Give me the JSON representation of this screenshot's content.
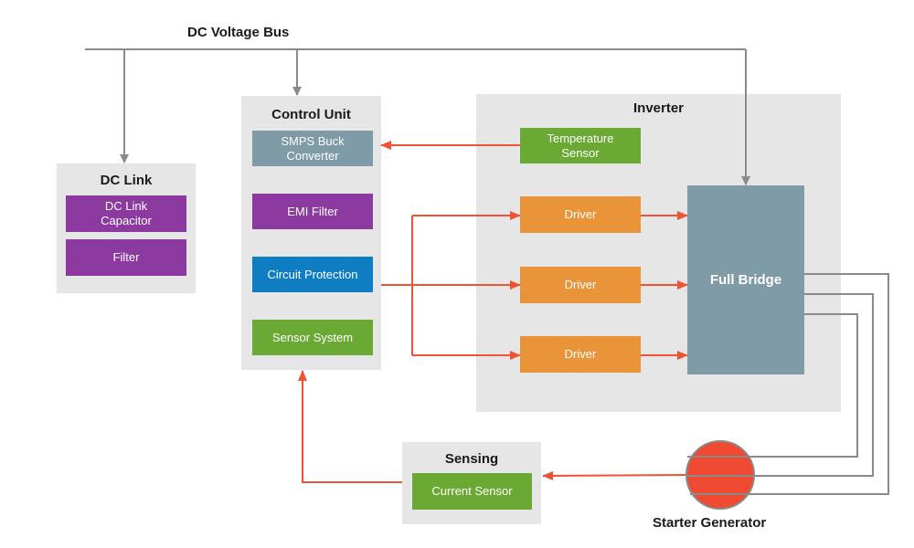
{
  "colors": {
    "panel_bg": "#e6e6e6",
    "purple": "#8c3a9f",
    "slate": "#7f9ba8",
    "blue": "#0e7dc2",
    "green": "#6aaa34",
    "orange": "#ea943a",
    "red_arrow": "#ef5336",
    "gray_line": "#8a8a8a",
    "generator": "#f04a32"
  },
  "bus_label": "DC Voltage Bus",
  "dc_link": {
    "title": "DC Link",
    "capacitor": "DC Link\nCapacitor",
    "filter": "Filter"
  },
  "control_unit": {
    "title": "Control Unit",
    "smps": "SMPS Buck\nConverter",
    "emi": "EMI Filter",
    "circuit_protection": "Circuit Protection",
    "sensor_system": "Sensor System"
  },
  "inverter": {
    "title": "Inverter",
    "temperature_sensor": "Temperature\nSensor",
    "drivers": [
      "Driver",
      "Driver",
      "Driver"
    ],
    "full_bridge": "Full Bridge"
  },
  "sensing": {
    "title": "Sensing",
    "current_sensor": "Current Sensor"
  },
  "starter_generator": {
    "label": "Starter Generator",
    "icon": "generator-icon"
  }
}
